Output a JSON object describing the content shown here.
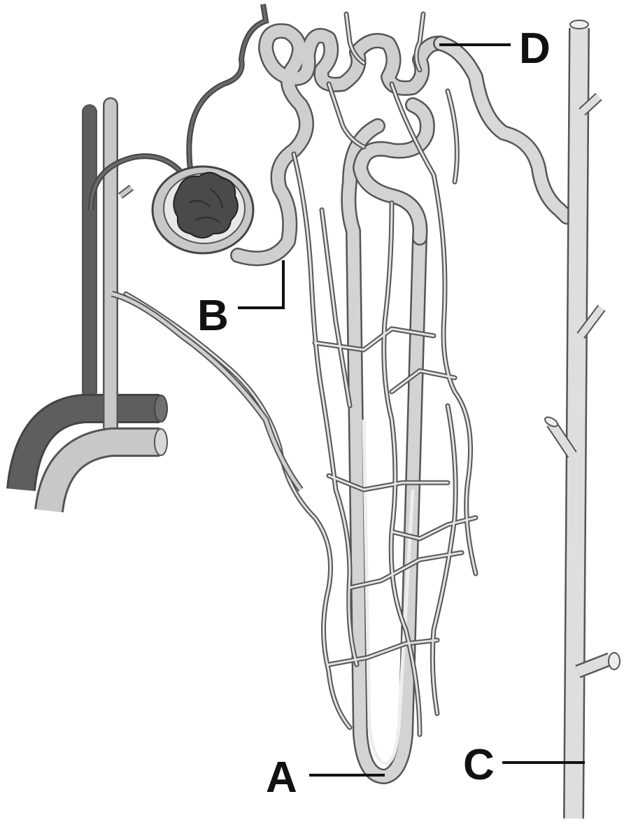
{
  "labels": {
    "A": "A",
    "B": "B",
    "C": "C",
    "D": "D"
  },
  "colors": {
    "background": "#ffffff",
    "outline": "#555555",
    "vessel_dark": "#5e5e5e",
    "vessel_light": "#c8c8c8",
    "tubule": "#d0d0d0",
    "capillary": "#e2e2e2",
    "glomerulus": "#4a4a4a",
    "duct": "#dedede"
  }
}
